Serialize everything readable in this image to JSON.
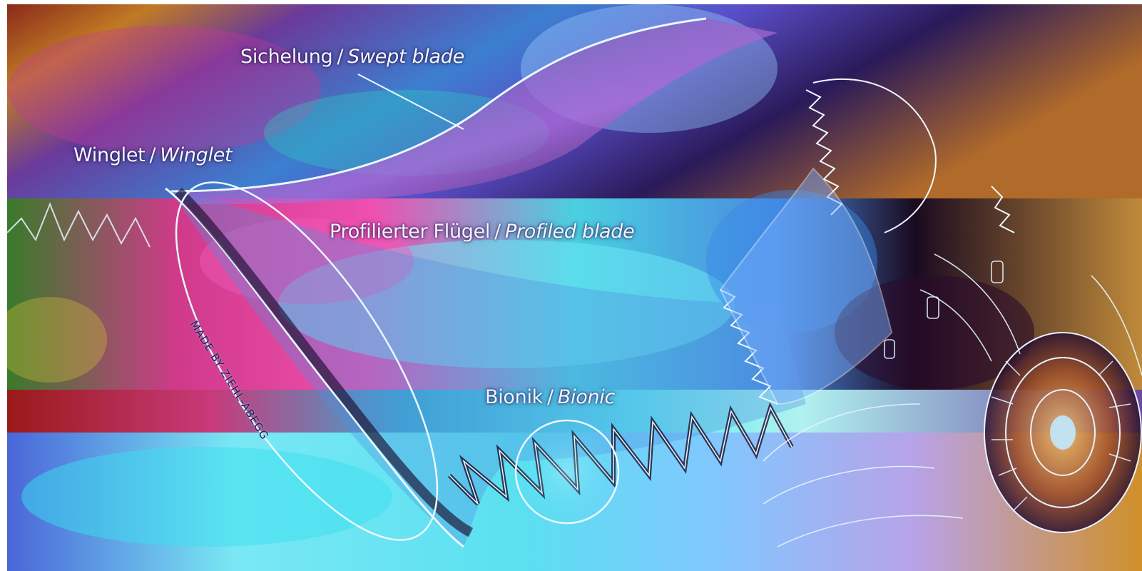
{
  "labels": {
    "swept": {
      "de": "Sichelung",
      "sep": "/",
      "en": "Swept blade"
    },
    "winglet": {
      "de": "Winglet",
      "sep": "/",
      "en": "Winglet"
    },
    "profiled": {
      "de": "Profilierter Flügel",
      "sep": "/",
      "en": "Profiled blade"
    },
    "bionic": {
      "de": "Bionik",
      "sep": "/",
      "en": "Bionic"
    }
  },
  "blade_engraving": "MADE BY ZIEHL-ABEGG",
  "colors": {
    "background_top": "#3a2a8a",
    "magenta": "#e03aa8",
    "cyan": "#3ef0f0",
    "green": "#4fb84a",
    "orange": "#d8902a",
    "outline": "#dff6ff"
  }
}
